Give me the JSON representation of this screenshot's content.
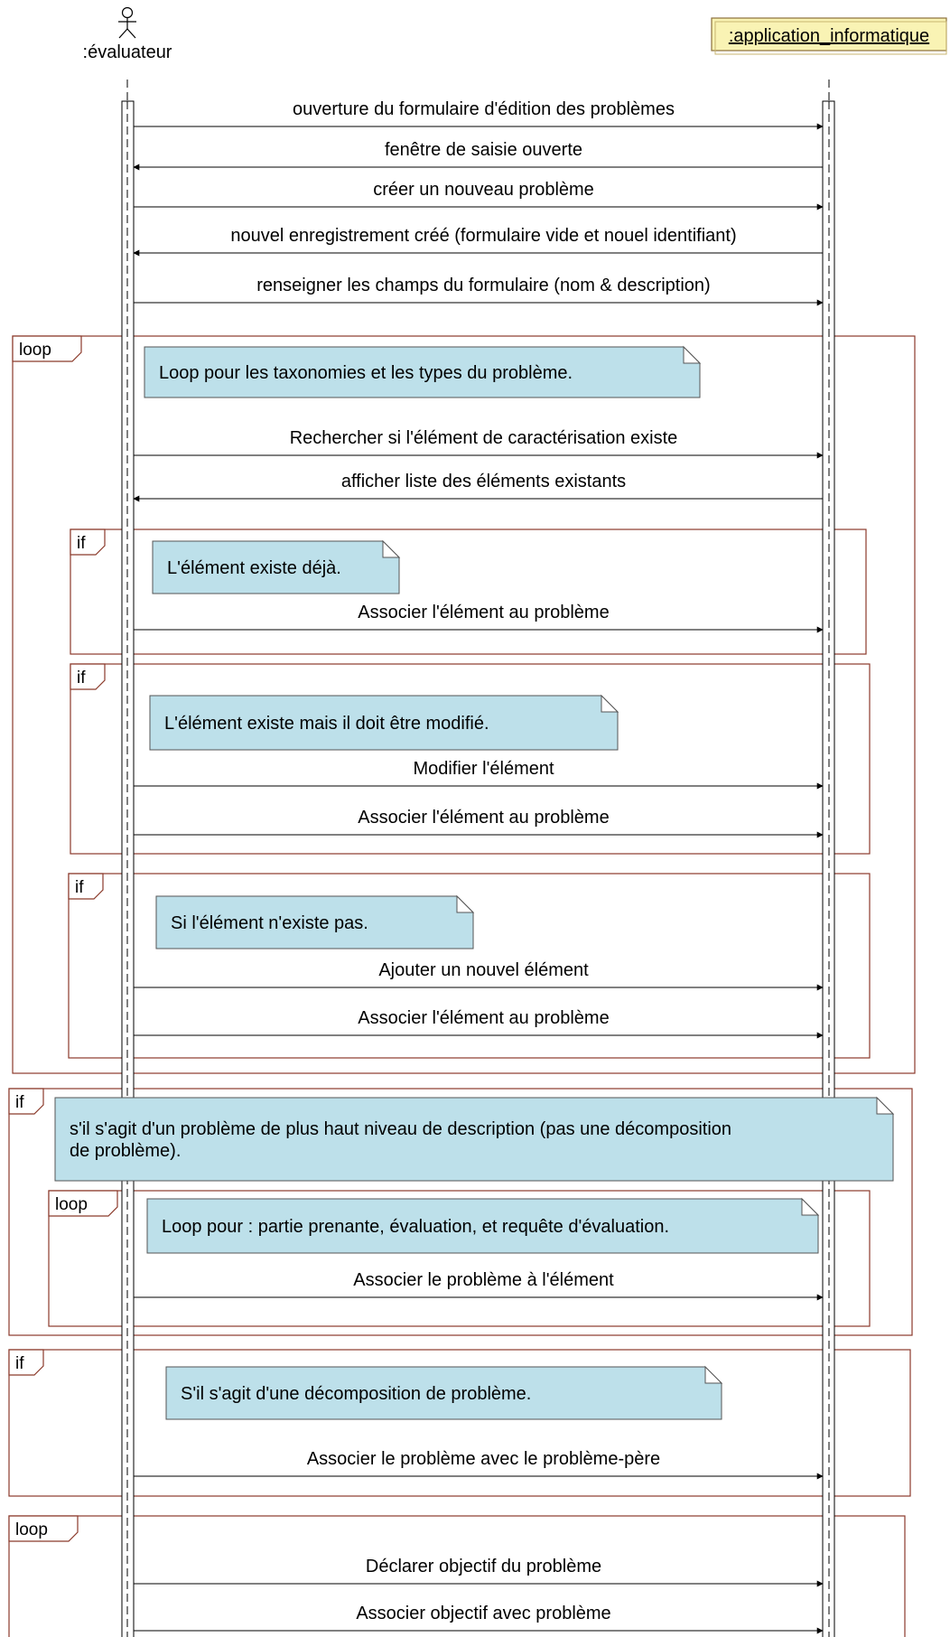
{
  "lifelines": {
    "evaluateur": {
      "label": ":évaluateur"
    },
    "application": {
      "label": ":application_informatique"
    }
  },
  "messages": [
    {
      "label": "ouverture du formulaire d'édition des problèmes",
      "direction": "right"
    },
    {
      "label": "fenêtre de saisie ouverte",
      "direction": "left"
    },
    {
      "label": "créer un nouveau problème",
      "direction": "right"
    },
    {
      "label": "nouvel enregistrement créé (formulaire vide et nouel identifiant)",
      "direction": "left"
    },
    {
      "label": "renseigner les champs du formulaire (nom & description)",
      "direction": "right"
    },
    {
      "label": "Rechercher si l'élément de caractérisation existe",
      "direction": "right"
    },
    {
      "label": "afficher liste des éléments existants",
      "direction": "left"
    },
    {
      "label": "Associer l'élément au problème",
      "direction": "right"
    },
    {
      "label": "Modifier l'élément",
      "direction": "right"
    },
    {
      "label": "Associer l'élément au problème",
      "direction": "right"
    },
    {
      "label": "Ajouter un nouvel élément",
      "direction": "right"
    },
    {
      "label": "Associer l'élément au problème",
      "direction": "right"
    },
    {
      "label": "Associer le problème à l'élément",
      "direction": "right"
    },
    {
      "label": "Associer le problème avec le problème-père",
      "direction": "right"
    },
    {
      "label": "Déclarer objectif du problème",
      "direction": "right"
    },
    {
      "label": "Associer objectif avec problème",
      "direction": "right"
    }
  ],
  "fragments": [
    {
      "operator": "loop"
    },
    {
      "operator": "if"
    },
    {
      "operator": "if"
    },
    {
      "operator": "if"
    },
    {
      "operator": "if"
    },
    {
      "operator": "loop"
    },
    {
      "operator": "if"
    },
    {
      "operator": "loop"
    }
  ],
  "notes": [
    {
      "lines": [
        "Loop pour les taxonomies et les types du problème."
      ]
    },
    {
      "lines": [
        "L'élément existe déjà."
      ]
    },
    {
      "lines": [
        "L'élément existe mais il doit être modifié."
      ]
    },
    {
      "lines": [
        "Si l'élément n'existe pas."
      ]
    },
    {
      "lines": [
        "s'il s'agit d'un problème de plus haut niveau de description (pas une décomposition",
        "de problème)."
      ]
    },
    {
      "lines": [
        "Loop pour : partie prenante, évaluation, et requête d'évaluation."
      ]
    },
    {
      "lines": [
        "S'il s'agit d'une décomposition de problème."
      ]
    }
  ]
}
